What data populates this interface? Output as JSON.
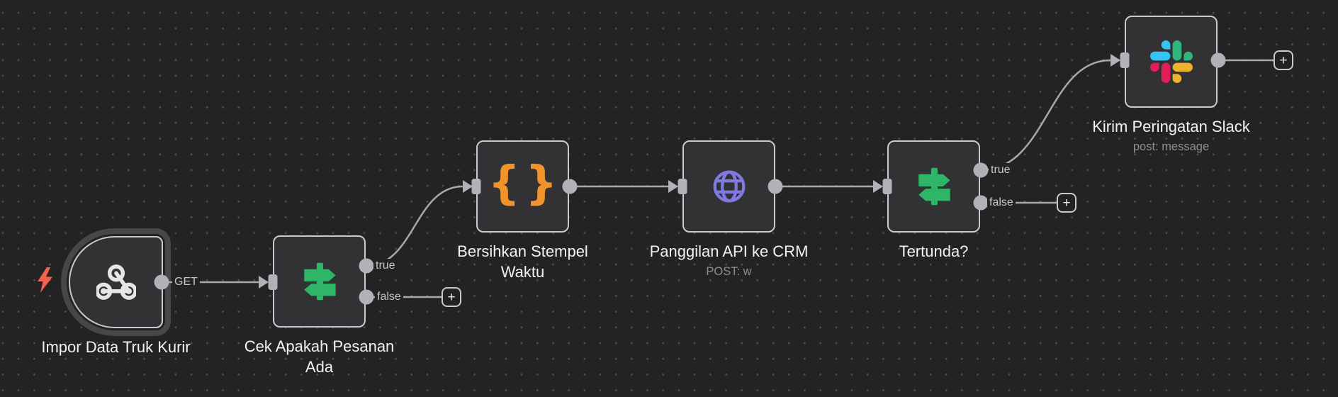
{
  "workflow": {
    "nodes": [
      {
        "key": "webhook-trigger",
        "label": "Impor Data Truk Kurir",
        "icon": "webhook-icon",
        "badge": "lightning-bolt-icon",
        "selected": true
      },
      {
        "key": "if-check-order",
        "label": "Cek Apakah Pesanan Ada",
        "icon": "signpost-icon",
        "outputs": [
          "true",
          "false"
        ]
      },
      {
        "key": "code-clean-timestamp",
        "label": "Bersihkan Stempel Waktu",
        "icon": "code-braces-icon",
        "glyph": "{}"
      },
      {
        "key": "http-crm-call",
        "label": "Panggilan API ke CRM",
        "subtitle": "POST: w",
        "icon": "globe-icon"
      },
      {
        "key": "if-delayed",
        "label": "Tertunda?",
        "icon": "signpost-icon",
        "outputs": [
          "true",
          "false"
        ]
      },
      {
        "key": "slack-alert",
        "label": "Kirim Peringatan Slack",
        "subtitle": "post: message",
        "icon": "slack-icon"
      }
    ],
    "port_labels": {
      "method": "GET",
      "true_label": "true",
      "false_label": "false"
    },
    "add_button": "+",
    "colors": {
      "canvas_bg": "#232323",
      "grid_dot": "#4d4d4d",
      "node_fill": "#323234",
      "node_border": "#c9cad1",
      "wire": "#a6a8ae",
      "if_green": "#2eb567",
      "code_orange": "#f0932b",
      "http_purple": "#7e7ae0",
      "bolt_red": "#f4604e",
      "slack_blue": "#36C5F0",
      "slack_green": "#2EB67D",
      "slack_yellow": "#ECB22E",
      "slack_red": "#E01E5A",
      "text_primary": "#f2f2f2",
      "text_secondary": "#8f9094"
    }
  }
}
